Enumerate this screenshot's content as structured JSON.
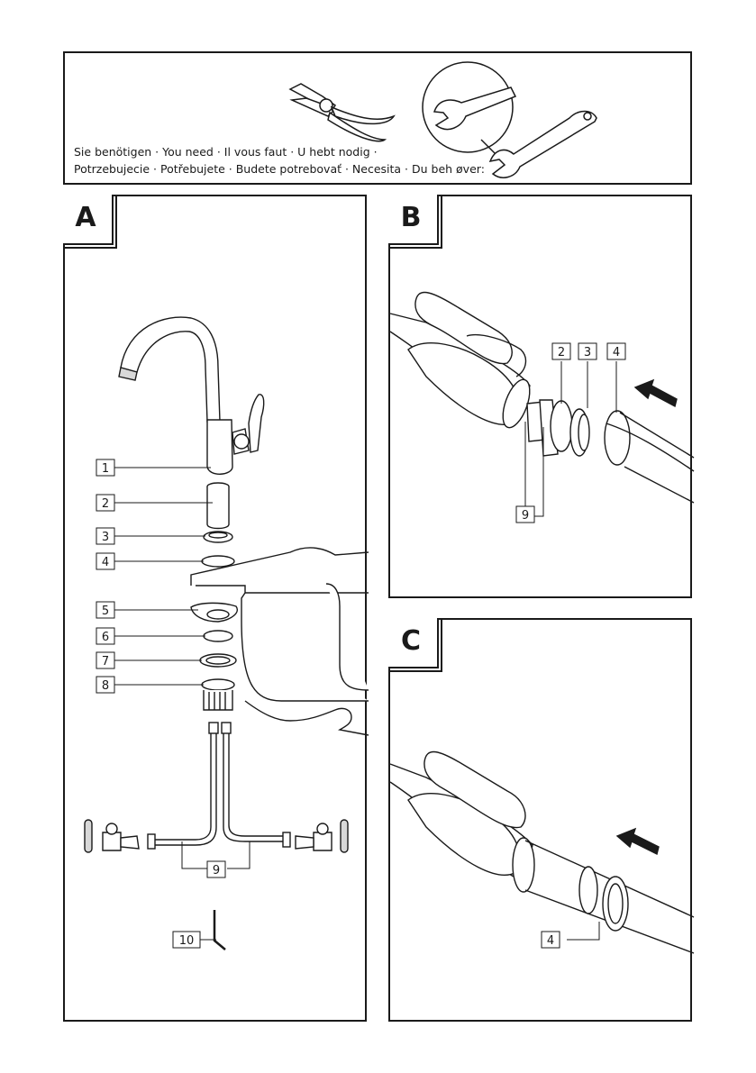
{
  "tools": {
    "line1": "Sie benötigen · You need · Il vous faut · U hebt nodig ·",
    "line2": "Potrzebujecie · Potřebujete · Budete potrebovať · Necesita · Du beh øver:",
    "icons": [
      "pliers-icon",
      "adjustable-wrench-icon"
    ]
  },
  "panels": {
    "a": {
      "letter": "A"
    },
    "b": {
      "letter": "B"
    },
    "c": {
      "letter": "C"
    }
  },
  "labels_a": [
    "1",
    "2",
    "3",
    "4",
    "5",
    "6",
    "7",
    "8",
    "9",
    "10"
  ],
  "labels_b": [
    "2",
    "3",
    "4",
    "9"
  ],
  "labels_c": [
    "4"
  ],
  "colors": {
    "line": "#1a1a1a",
    "fill": "#ffffff",
    "shade": "#d8d8d8"
  }
}
